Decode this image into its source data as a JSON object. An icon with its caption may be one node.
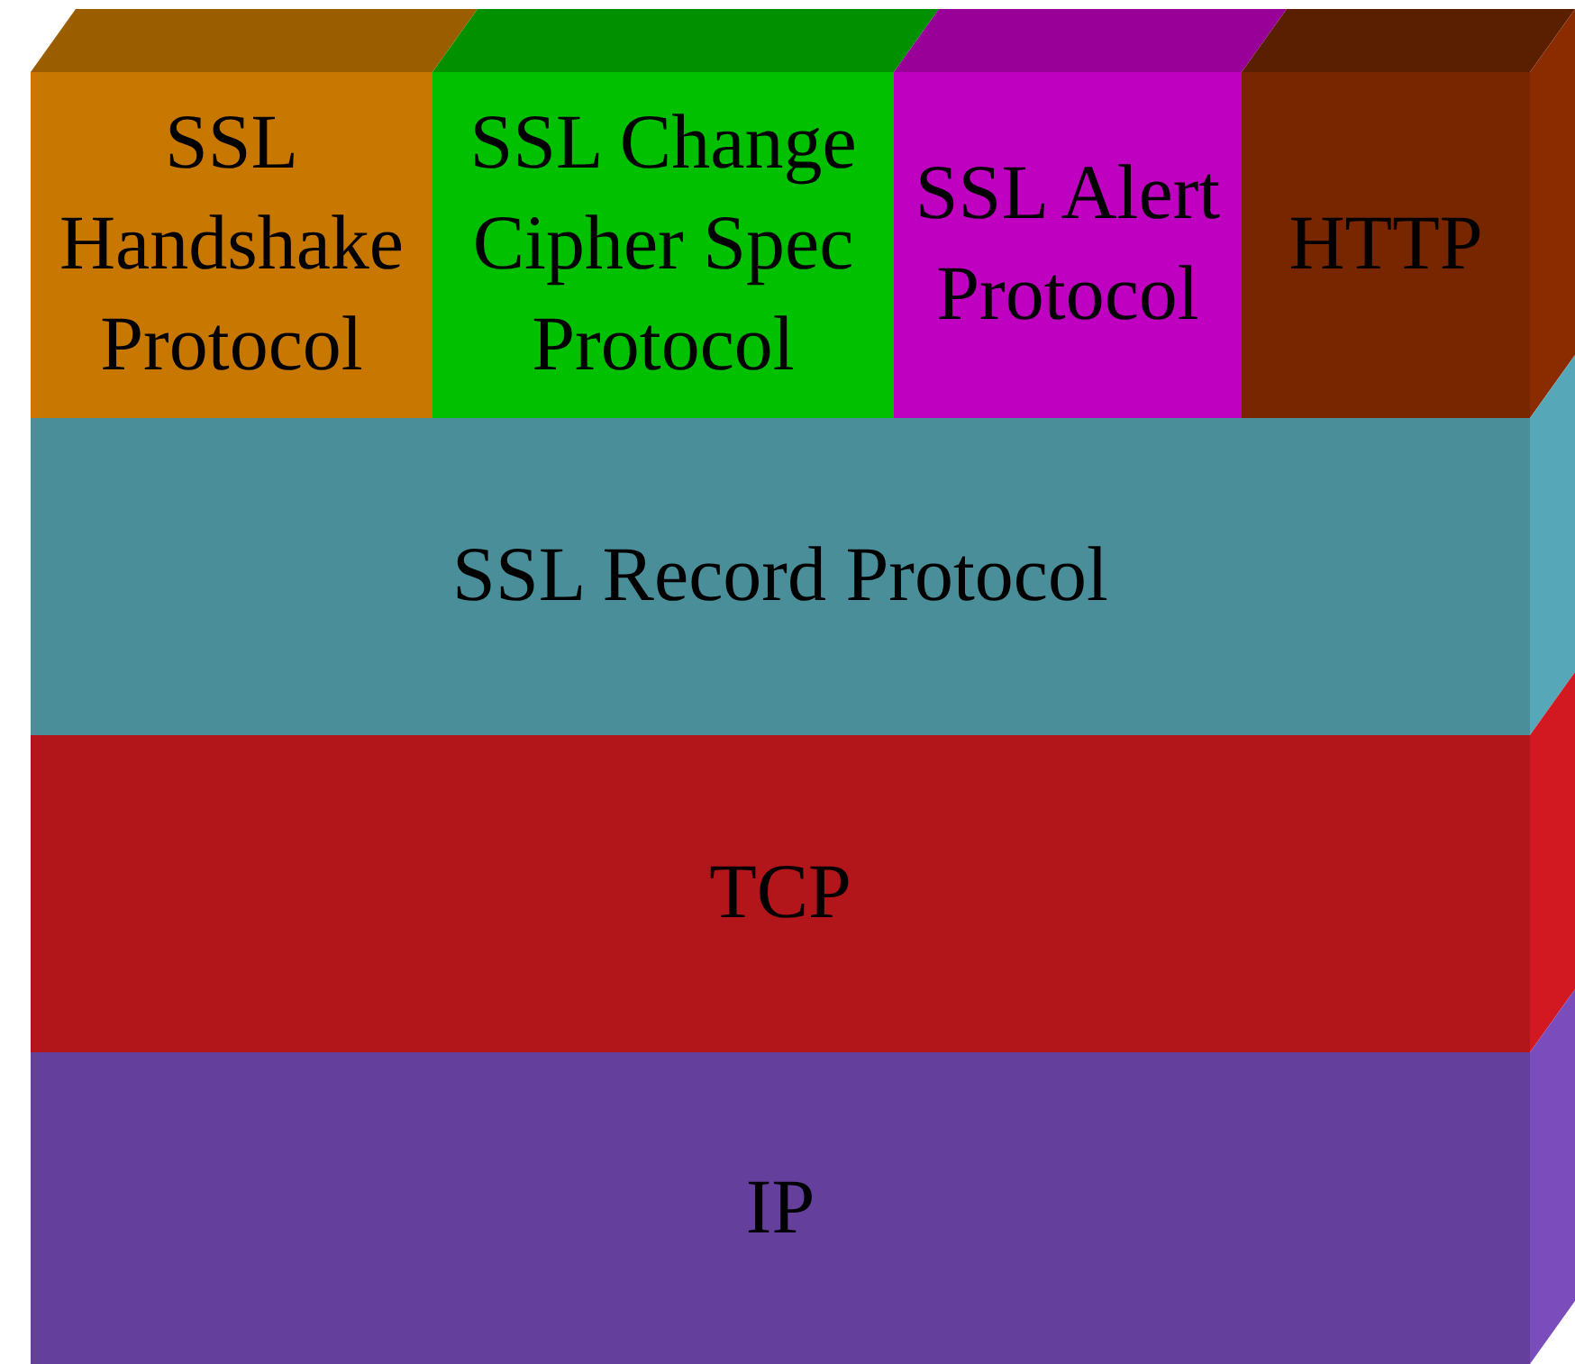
{
  "diagram": {
    "nodes": [
      {
        "text": [
          "SSL Handshake Protocol"
        ]
      },
      {
        "text": [
          "SSL Change Cipher Spec Protocol"
        ]
      },
      {
        "text": [
          "SSL Alert Protocol"
        ]
      },
      {
        "text": [
          "HTTP"
        ]
      },
      {
        "text": [
          "SSL Record Protocol"
        ]
      },
      {
        "text": [
          "TCP"
        ]
      },
      {
        "text": [
          "IP"
        ]
      }
    ]
  }
}
